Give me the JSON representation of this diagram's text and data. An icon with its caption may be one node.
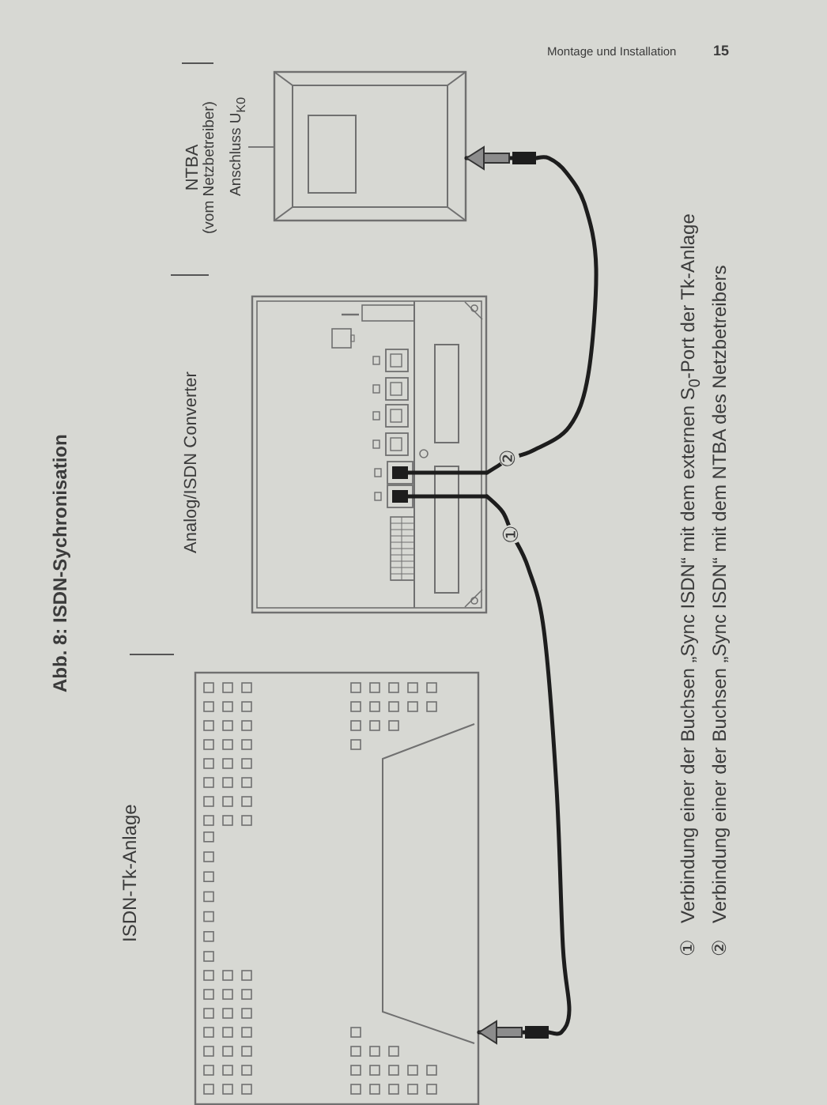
{
  "diagram": {
    "title": "Abb. 8: ISDN-Sychronisation",
    "nodes": [
      {
        "text": [
          "ISDN-Tk-Anlage"
        ]
      },
      {
        "text": [
          "Analog/ISDN Converter"
        ]
      },
      {
        "text": [
          "NTBA",
          "(vom Netzbetreiber)"
        ]
      },
      {
        "text": [
          "Anschluss U$_{K0}$"
        ]
      }
    ],
    "edges": [
      {
        "from": 1,
        "to": 0,
        "arrow": "to",
        "label": "①"
      },
      {
        "from": 1,
        "to": 2,
        "arrow": "to",
        "label": "②"
      },
      {
        "from": 3,
        "to": 2,
        "arrow": "none"
      }
    ],
    "labels": [
      "Montage und Installation",
      "15",
      "①",
      "Verbindung einer der Buchsen „Sync ISDN“ mit dem externen S$_{0}$-Port der Tk-Anlage",
      "②",
      "Verbindung einer der Buchsen „Sync ISDN“ mit dem NTBA des Netzbetreibers"
    ]
  }
}
